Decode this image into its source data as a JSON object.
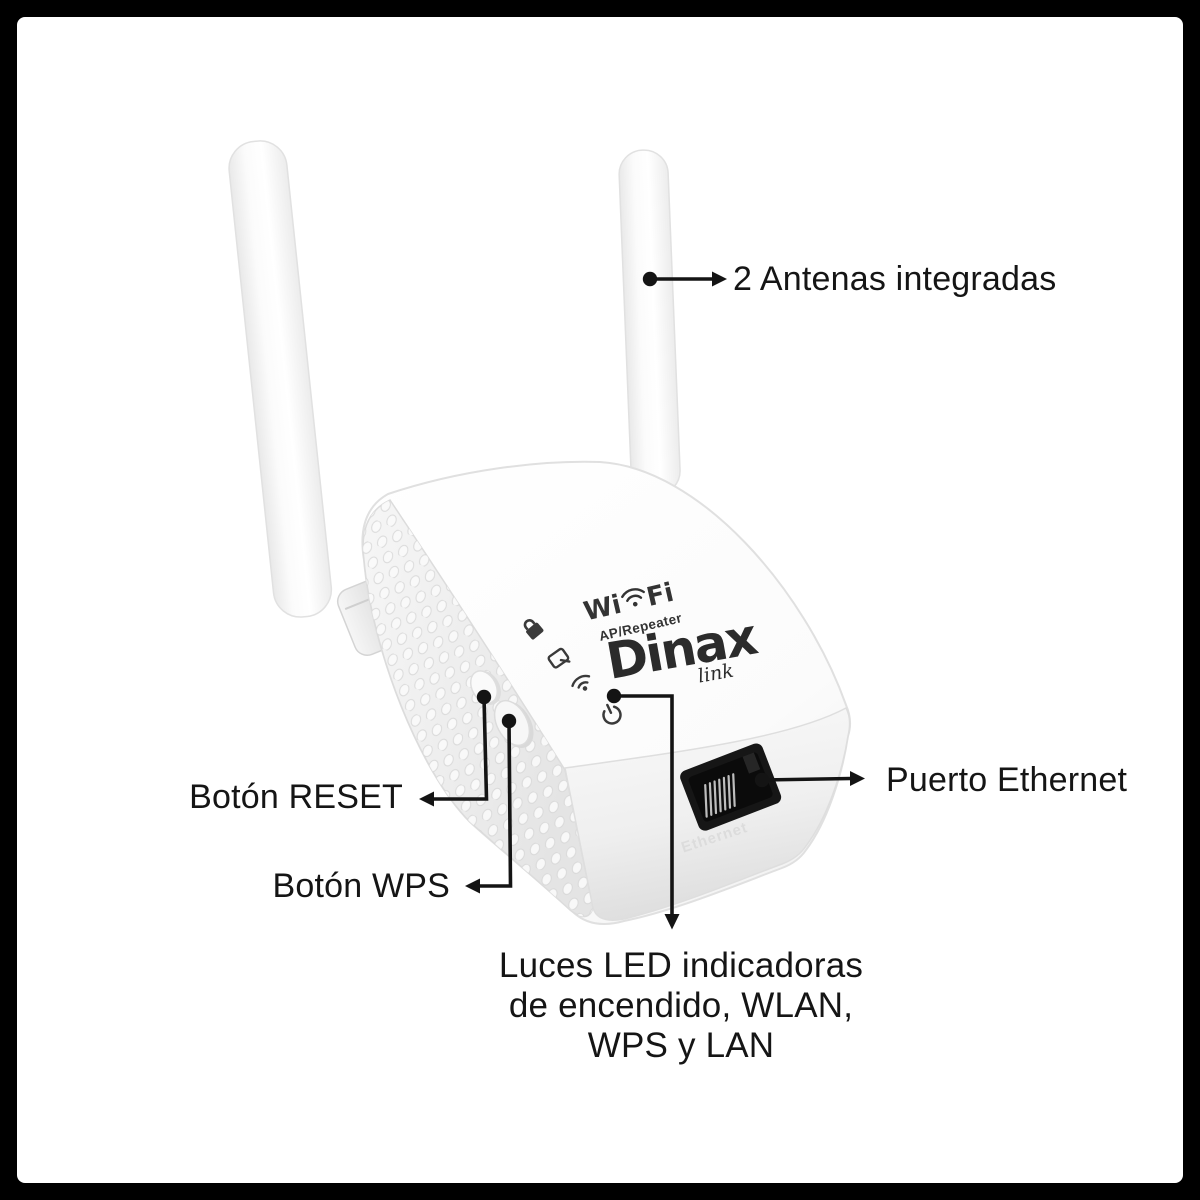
{
  "device": {
    "logo": {
      "wifi_left": "Wi",
      "wifi_right": "Fi",
      "subtitle": "AP/Repeater"
    },
    "brand": {
      "name": "Dinax",
      "sub": "link"
    },
    "port_emboss": "Ethernet"
  },
  "callouts": {
    "antennas": {
      "label": "2 Antenas integradas"
    },
    "reset_button": {
      "label": "Botón RESET"
    },
    "wps_button": {
      "label": "Botón WPS"
    },
    "ethernet_port": {
      "label": "Puerto Ethernet"
    },
    "led_lights": {
      "line1": "Luces LED indicadoras",
      "line2": "de encendido, WLAN,",
      "line3": "WPS y LAN"
    }
  },
  "colors": {
    "frame": "#000000",
    "canvas": "#ffffff",
    "annotation_ink": "#141414",
    "device_ink": "#2b2b2b",
    "port_black": "#161616"
  }
}
